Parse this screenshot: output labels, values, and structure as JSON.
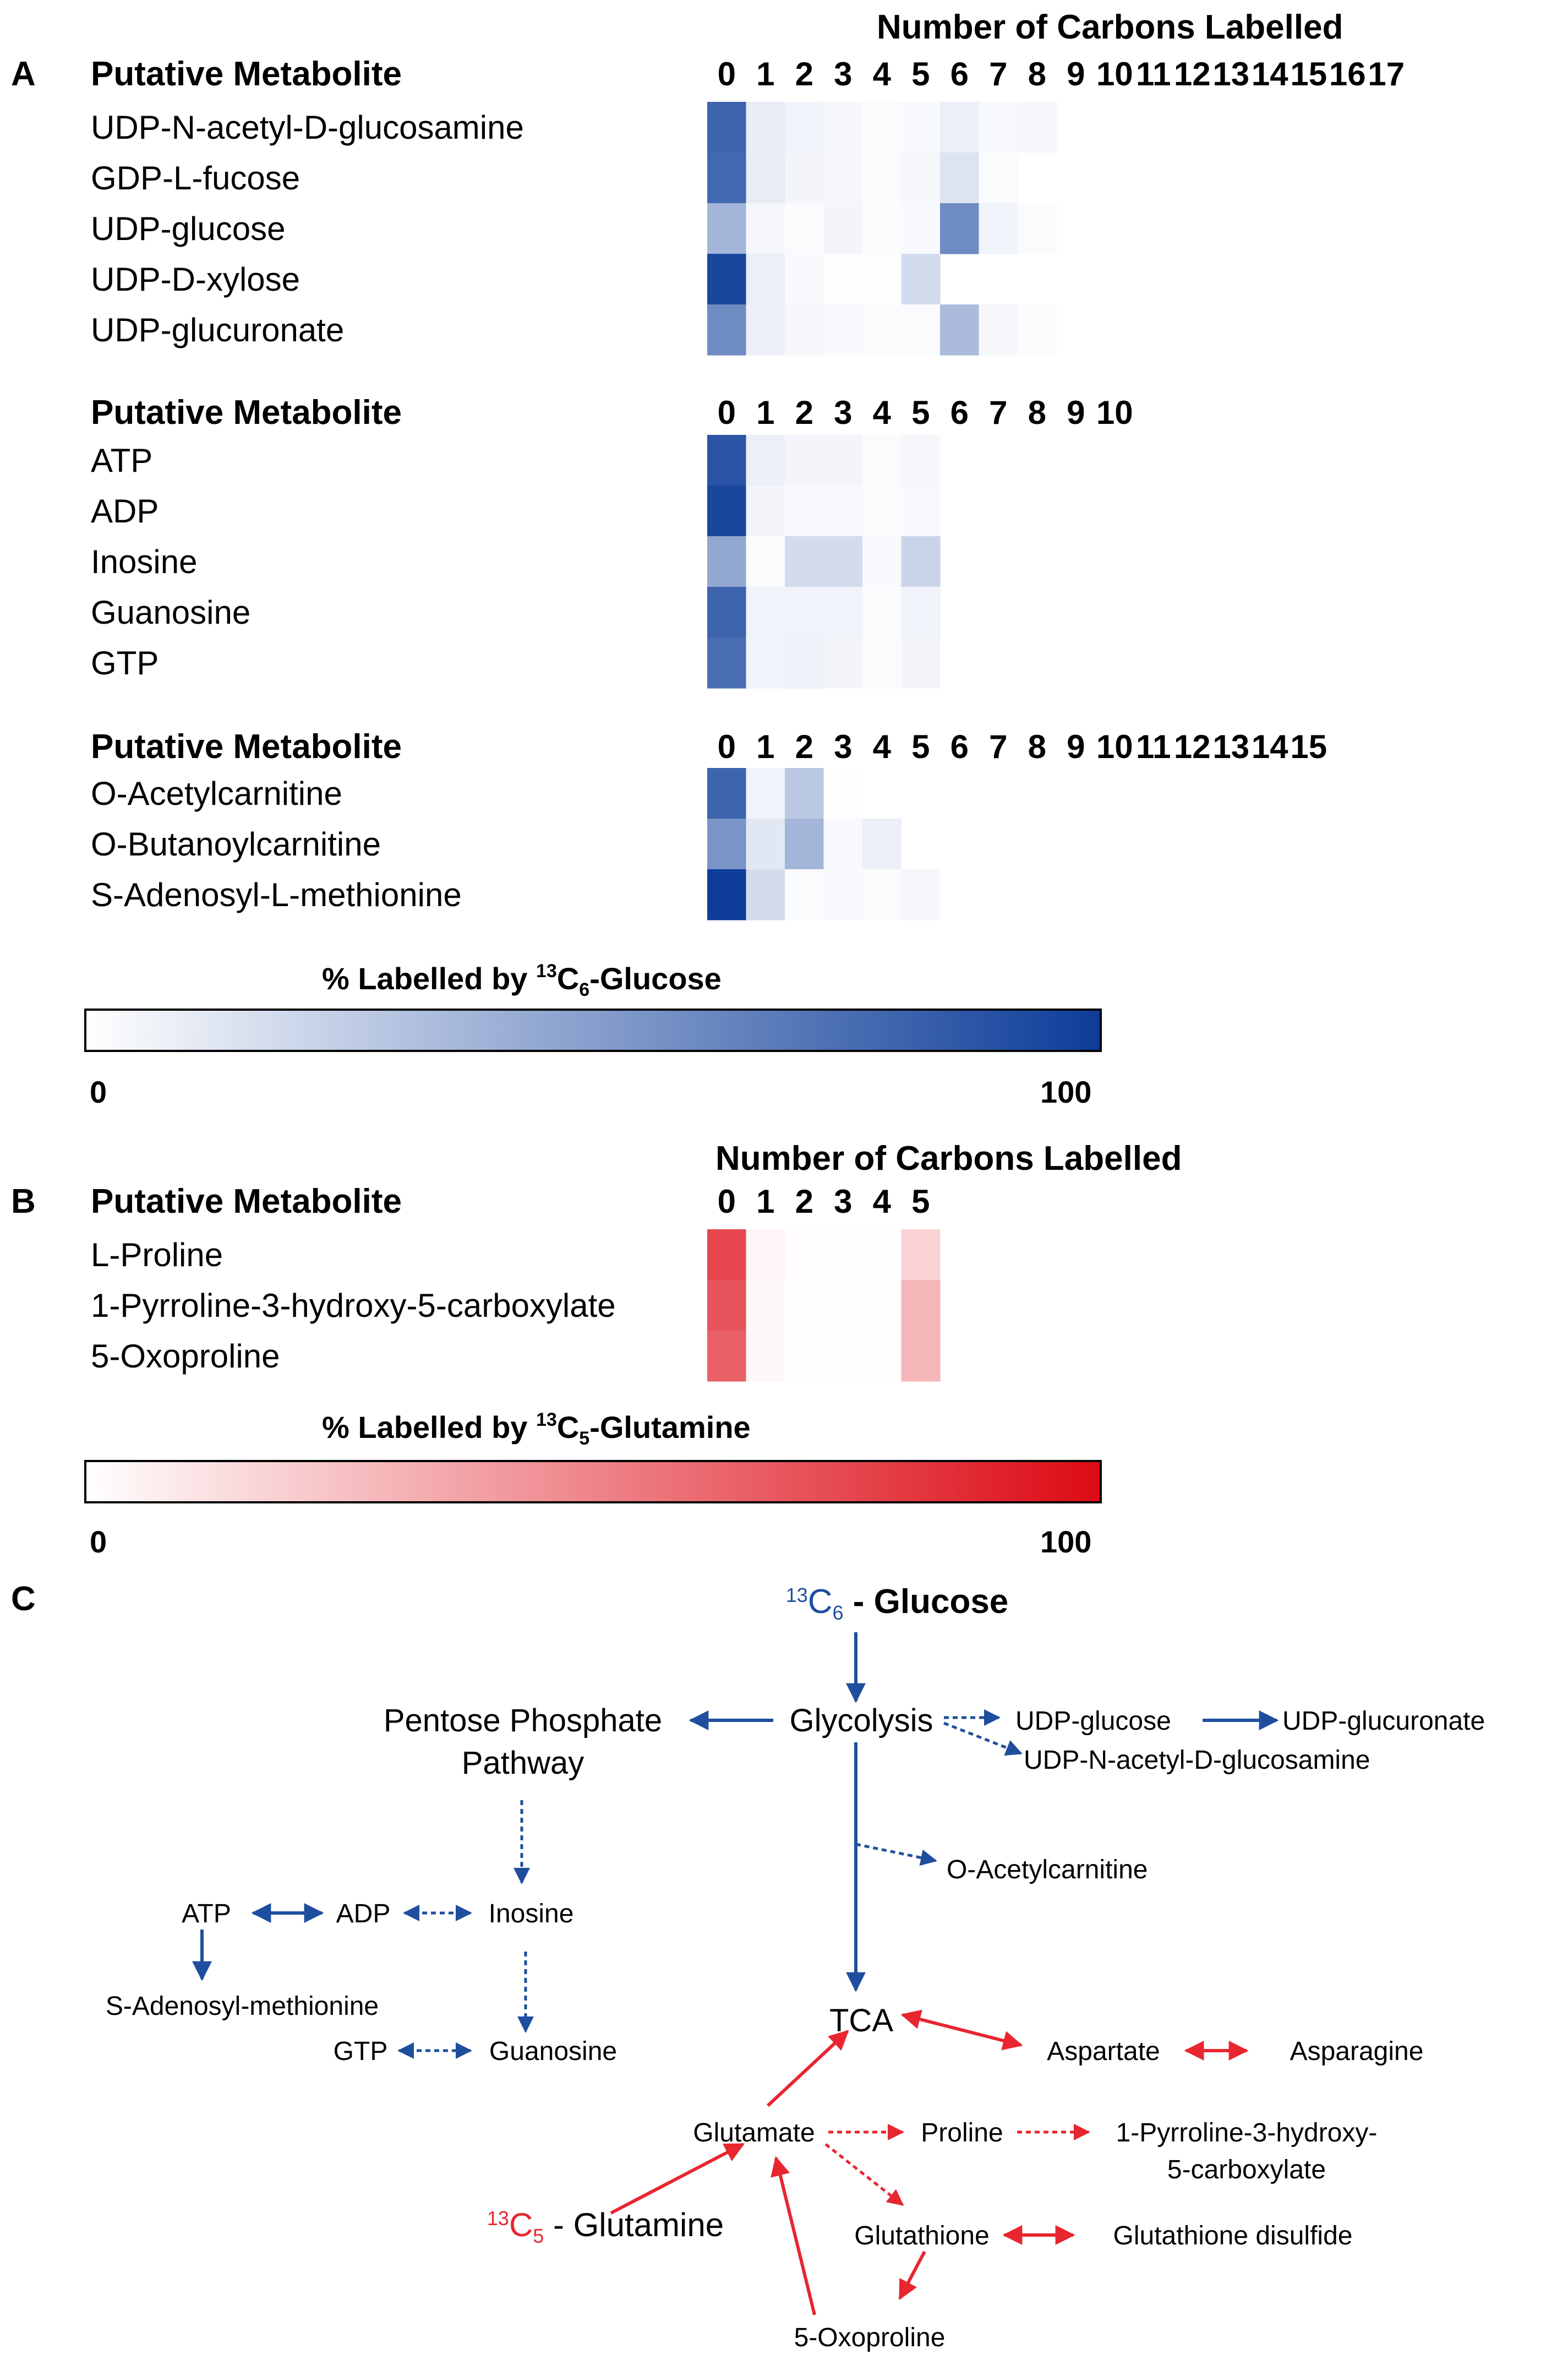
{
  "panels": {
    "A": "A",
    "B": "B",
    "C": "C"
  },
  "panel_A": {
    "axis_title": "Number of Carbons Labelled",
    "colorbar": {
      "label_pre": "% Labelled by ",
      "isotope_mass": "13",
      "isotope_elem": "C",
      "isotope_count": "6",
      "label_post": "-Glucose",
      "min_label": "0",
      "max_label": "100",
      "color_low": "#ffffff",
      "color_high": "#0d3d99"
    },
    "groups": [
      {
        "header": "Putative Metabolite",
        "columns": [
          "0",
          "1",
          "2",
          "3",
          "4",
          "5",
          "6",
          "7",
          "8",
          "9",
          "10",
          "11",
          "12",
          "13",
          "14",
          "15",
          "16",
          "17"
        ],
        "rows": [
          {
            "name": "UDP-N-acetyl-D-glucosamine",
            "values": [
              80,
              10,
              6,
              4,
              2,
              3,
              8,
              3,
              4
            ]
          },
          {
            "name": "GDP-L-fucose",
            "values": [
              78,
              10,
              5,
              4,
              2,
              4,
              14,
              2
            ]
          },
          {
            "name": "UDP-glucose",
            "values": [
              38,
              4,
              2,
              5,
              2,
              3,
              60,
              6,
              2
            ]
          },
          {
            "name": "UDP-D-xylose",
            "values": [
              95,
              8,
              3,
              1,
              1,
              18
            ]
          },
          {
            "name": "UDP-glucuronate",
            "values": [
              60,
              8,
              4,
              3,
              2,
              2,
              35,
              4,
              2
            ]
          }
        ]
      },
      {
        "header": "Putative Metabolite",
        "columns": [
          "0",
          "1",
          "2",
          "3",
          "4",
          "5",
          "6",
          "7",
          "8",
          "9",
          "10"
        ],
        "rows": [
          {
            "name": "ATP",
            "values": [
              88,
              8,
              5,
              5,
              2,
              4
            ]
          },
          {
            "name": "ADP",
            "values": [
              95,
              5,
              3,
              3,
              2,
              3
            ]
          },
          {
            "name": "Inosine",
            "values": [
              45,
              2,
              18,
              18,
              3,
              22
            ]
          },
          {
            "name": "Guanosine",
            "values": [
              80,
              6,
              6,
              6,
              2,
              6
            ]
          },
          {
            "name": "GTP",
            "values": [
              75,
              6,
              7,
              5,
              2,
              5
            ]
          }
        ]
      },
      {
        "header": "Putative Metabolite",
        "columns": [
          "0",
          "1",
          "2",
          "3",
          "4",
          "5",
          "6",
          "7",
          "8",
          "9",
          "10",
          "11",
          "12",
          "13",
          "14",
          "15"
        ],
        "rows": [
          {
            "name": "O-Acetylcarnitine",
            "values": [
              80,
              6,
              28,
              1
            ]
          },
          {
            "name": "O-Butanoylcarnitine",
            "values": [
              55,
              12,
              38,
              3,
              8
            ]
          },
          {
            "name": "S-Adenosyl-L-methionine",
            "values": [
              100,
              18,
              2,
              3,
              2,
              4
            ]
          }
        ]
      }
    ]
  },
  "panel_B": {
    "axis_title": "Number of Carbons Labelled",
    "header": "Putative Metabolite",
    "columns": [
      "0",
      "1",
      "2",
      "3",
      "4",
      "5"
    ],
    "rows": [
      {
        "name": "L-Proline",
        "values": [
          75,
          4,
          1,
          1,
          1,
          18
        ]
      },
      {
        "name": "1-Pyrroline-3-hydroxy-5-carboxylate",
        "values": [
          70,
          3,
          1,
          1,
          1,
          30
        ]
      },
      {
        "name": "5-Oxoproline",
        "values": [
          65,
          3,
          1,
          1,
          1,
          30
        ]
      }
    ],
    "colorbar": {
      "label_pre": "% Labelled by ",
      "isotope_mass": "13",
      "isotope_elem": "C",
      "isotope_count": "5",
      "label_post": "-Glutamine",
      "min_label": "0",
      "max_label": "100",
      "color_low": "#ffffff",
      "color_high": "#dd0a14"
    }
  },
  "panel_C": {
    "glucose": {
      "mass": "13",
      "elem": "C",
      "count": "6",
      "rest": " - Glucose"
    },
    "glutamine": {
      "mass": "13",
      "elem": "C",
      "count": "5",
      "rest": " - Glutamine"
    },
    "nodes": {
      "glycolysis": "Glycolysis",
      "ppp_line1": "Pentose Phosphate",
      "ppp_line2": "Pathway",
      "udp_glucose": "UDP-glucose",
      "udp_glucuronate": "UDP-glucuronate",
      "udp_nag": "UDP-N-acetyl-D-glucosamine",
      "o_acetylcarnitine": "O-Acetylcarnitine",
      "atp": "ATP",
      "adp": "ADP",
      "inosine": "Inosine",
      "sam": "S-Adenosyl-methionine",
      "gtp": "GTP",
      "guanosine": "Guanosine",
      "tca": "TCA",
      "aspartate": "Aspartate",
      "asparagine": "Asparagine",
      "glutamate": "Glutamate",
      "proline": "Proline",
      "p3h5c_line1": "1-Pyrroline-3-hydroxy-",
      "p3h5c_line2": "5-carboxylate",
      "glutathione": "Glutathione",
      "glutathione_disulfide": "Glutathione disulfide",
      "oxoproline": "5-Oxoproline"
    },
    "colors": {
      "glucose_path": "#1f4e9e",
      "glutamine_path": "#e8262f"
    }
  }
}
